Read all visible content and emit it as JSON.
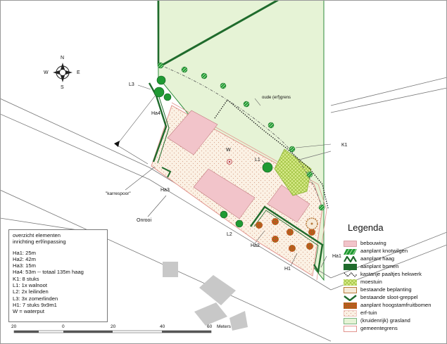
{
  "compass": {
    "n": "N",
    "e": "E",
    "s": "S",
    "w": "W"
  },
  "map_labels": {
    "ha1": "Ha1",
    "ha2": "Ha2",
    "ha3": "Ha3",
    "ha4": "Ha4",
    "l1": "L1",
    "l2": "L2",
    "l3": "L3",
    "k1": "K1",
    "h1": "H1",
    "w": "W",
    "oude_grens": "oude (erf)grens",
    "karrespoor": "\"karrespoor\"",
    "onrooi": "Onrooi"
  },
  "info_box": {
    "title_lines": [
      "overzicht elementen",
      "inrichting erf/inpassing"
    ],
    "group1": [
      "Ha1: 25m",
      "Ha2: 42m",
      "Ha3: 15m",
      "Ha4: 53m -- totaal 135m haag"
    ],
    "group2": [
      "K1:  8 stuks",
      "L1:  1x walnoot",
      "L2:  2x leilinden",
      "L3:  3x zomerlinden",
      "H1:  7 stuks 9x9m1",
      "W = waterput"
    ]
  },
  "legend": {
    "title": "Legenda",
    "items": [
      {
        "label": "bebouwing",
        "swatch": "building"
      },
      {
        "label": "aanplant  knotwilgen",
        "swatch": "willow"
      },
      {
        "label": "aanplant haag",
        "swatch": "hedge"
      },
      {
        "label": "aanplant bomen",
        "swatch": "trees"
      },
      {
        "label": "kastanje paaltjes hekwerk",
        "swatch": "fence"
      },
      {
        "label": "moestuin",
        "swatch": "vegetable"
      },
      {
        "label": "bestaande beplanting",
        "swatch": "existing"
      },
      {
        "label": "bestaande  sloot-greppel",
        "swatch": "ditch"
      },
      {
        "label": "aanplant hoogstamfruitbomen",
        "swatch": "fruit"
      },
      {
        "label": "erf-tuin",
        "swatch": "yard"
      },
      {
        "label": "(kruidenrijk) grasland",
        "swatch": "grass"
      },
      {
        "label": "gemeentegrens",
        "swatch": "boundary"
      }
    ]
  },
  "scalebar": {
    "ticks": [
      "20",
      "0",
      "20",
      "40",
      "60"
    ],
    "unit": "Meters"
  },
  "colors": {
    "building": "#f2c4ca",
    "grass": "#e6f3d6",
    "hedge": "#1f6b2c",
    "tree": "#1f9a33",
    "vegetable": "#d8ec8a",
    "yard": "#fbf1e4",
    "boundary": "#e2958f",
    "fruit": "#c8521e",
    "road": "#777777"
  }
}
